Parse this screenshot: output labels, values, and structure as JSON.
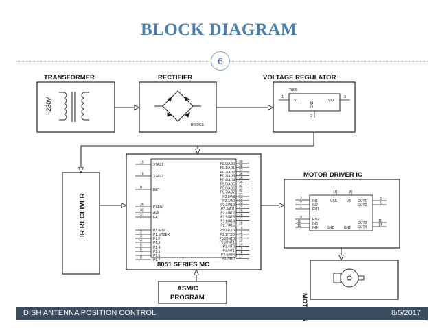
{
  "slide": {
    "title": "BLOCK DIAGRAM",
    "page_number": "6",
    "footer_left": "DISH ANTENNA POSITION CONTROL",
    "footer_right": "8/5/2017"
  },
  "diagram": {
    "transformer": {
      "label": "TRANSFORMER",
      "voltage": "~230V"
    },
    "rectifier": {
      "label": "RECTIFIER",
      "bridge": "BRIDGE"
    },
    "regulator": {
      "label": "VOLTAGE REGULATOR",
      "part": "7805",
      "vi": "VI",
      "vo": "VO",
      "gnd": "GND",
      "pin1": "1",
      "pin2": "2",
      "pin3": "3"
    },
    "ir_receiver": {
      "label": "IR RECEIVER"
    },
    "mcu": {
      "label": "8051 SERIES MC",
      "left_pins": [
        {
          "num": "19",
          "name": "XTAL1"
        },
        {
          "num": "18",
          "name": "XTAL2"
        },
        {
          "num": "9",
          "name": "RST"
        },
        {
          "num": "29",
          "name": "PSEN"
        },
        {
          "num": "30",
          "name": "ALE"
        },
        {
          "num": "31",
          "name": "EA"
        },
        {
          "num": "1",
          "name": "P1.0/T2"
        },
        {
          "num": "2",
          "name": "P1.1/T2EX"
        },
        {
          "num": "3",
          "name": "P1.2"
        },
        {
          "num": "4",
          "name": "P1.3"
        },
        {
          "num": "5",
          "name": "P1.4"
        },
        {
          "num": "6",
          "name": "P1.5"
        },
        {
          "num": "7",
          "name": "P1.6"
        },
        {
          "num": "8",
          "name": "P1.7"
        }
      ],
      "right_pins": [
        {
          "num": "39",
          "name": "P0.0/AD0"
        },
        {
          "num": "38",
          "name": "P0.1/AD1"
        },
        {
          "num": "37",
          "name": "P0.2/AD2"
        },
        {
          "num": "36",
          "name": "P0.3/AD3"
        },
        {
          "num": "35",
          "name": "P0.4/AD4"
        },
        {
          "num": "34",
          "name": "P0.5/AD5"
        },
        {
          "num": "33",
          "name": "P0.6/AD6"
        },
        {
          "num": "32",
          "name": "P0.7/AD7"
        },
        {
          "num": "21",
          "name": "P2.0/A8"
        },
        {
          "num": "22",
          "name": "P2.1/A9"
        },
        {
          "num": "23",
          "name": "P2.2/A10"
        },
        {
          "num": "24",
          "name": "P2.3/A11"
        },
        {
          "num": "25",
          "name": "P2.4/A12"
        },
        {
          "num": "26",
          "name": "P2.5/A13"
        },
        {
          "num": "27",
          "name": "P2.6/A14"
        },
        {
          "num": "28",
          "name": "P2.7/A15"
        },
        {
          "num": "10",
          "name": "P3.0/RXD"
        },
        {
          "num": "11",
          "name": "P3.1/TXD"
        },
        {
          "num": "12",
          "name": "P3.2/INT0"
        },
        {
          "num": "13",
          "name": "P3.3/INT1"
        },
        {
          "num": "14",
          "name": "P3.4/T0"
        },
        {
          "num": "15",
          "name": "P3.5/T1"
        },
        {
          "num": "16",
          "name": "P3.6/WR"
        },
        {
          "num": "17",
          "name": "P3.7/RD"
        }
      ]
    },
    "motor_driver": {
      "label": "MOTOR DRIVER IC",
      "pin16": "16",
      "pin8": "8",
      "vss": "VSS",
      "vs": "VS",
      "in1": "IN1",
      "in2": "IN2",
      "en1": "EN1",
      "out1": "OUT1",
      "out2": "OUT2",
      "en2": "EN2",
      "in3": "IN3",
      "in4": "IN4",
      "gnd1": "GND",
      "gnd2": "GND",
      "out3": "OUT3",
      "out4": "OUT4",
      "l2": "2",
      "l7": "7",
      "l1": "1",
      "l9": "9",
      "l10": "10",
      "l15": "15",
      "r3": "3",
      "r6": "6",
      "r11": "11",
      "r14": "14"
    },
    "motors": {
      "label": "MOTORS"
    },
    "program": {
      "line1": "ASM/C",
      "line2": "PROGRAM"
    }
  }
}
